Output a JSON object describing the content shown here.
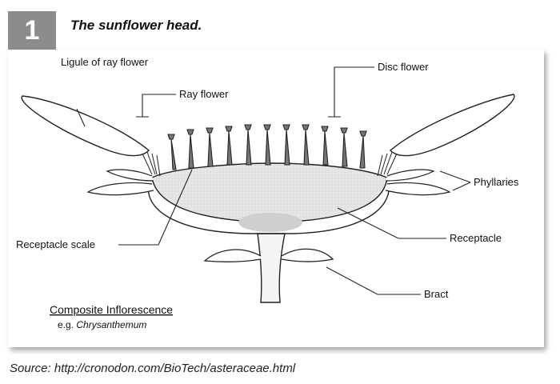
{
  "figure": {
    "number": "1",
    "title": "The sunflower head."
  },
  "diagram": {
    "labels": {
      "ligule": "Ligule of ray flower",
      "ray_flower": "Ray flower",
      "disc_flower": "Disc flower",
      "phyllaries": "Phyllaries",
      "receptacle_scale": "Receptacle scale",
      "receptacle": "Receptacle",
      "bract": "Bract"
    },
    "caption": {
      "heading": "Composite Inflorescence",
      "example_prefix": "e.g. ",
      "example_name": "Chrysanthemum"
    }
  },
  "footer": {
    "source": "Source: http://cronodon.com/BioTech/asteraceae.html"
  },
  "colors": {
    "number_box": "#8c8c8c",
    "receptacle_fill": "#e8e8e8",
    "receptacle_core": "#cfcfcf"
  }
}
